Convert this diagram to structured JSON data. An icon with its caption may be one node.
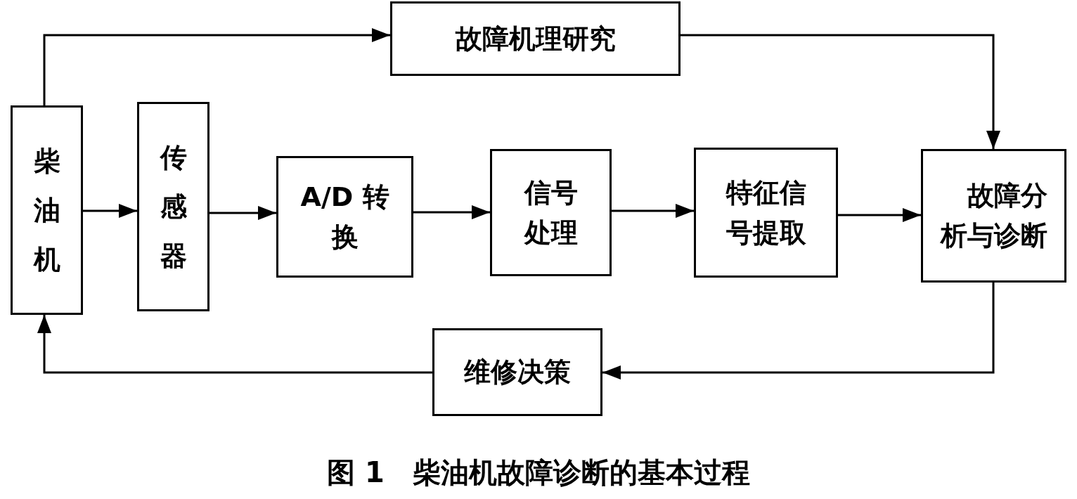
{
  "diagram": {
    "caption": "图 1　柴油机故障诊断的基本过程",
    "nodes": [
      {
        "text": [
          "柴油机"
        ]
      },
      {
        "text": [
          "传感器"
        ]
      },
      {
        "text": [
          "A/D 转换"
        ]
      },
      {
        "text": [
          "信号处理"
        ]
      },
      {
        "text": [
          "特征信号提取"
        ]
      },
      {
        "text": [
          "故障分析与诊断"
        ]
      },
      {
        "text": [
          "故障机理研究"
        ]
      },
      {
        "text": [
          "维修决策"
        ]
      }
    ],
    "edges": [
      {
        "from": 0,
        "to": 1,
        "arrow": "to"
      },
      {
        "from": 1,
        "to": 2,
        "arrow": "to"
      },
      {
        "from": 2,
        "to": 3,
        "arrow": "to"
      },
      {
        "from": 3,
        "to": 4,
        "arrow": "to"
      },
      {
        "from": 4,
        "to": 5,
        "arrow": "to"
      },
      {
        "from": 0,
        "to": 6,
        "arrow": "to"
      },
      {
        "from": 6,
        "to": 5,
        "arrow": "to"
      },
      {
        "from": 5,
        "to": 7,
        "arrow": "to"
      },
      {
        "from": 7,
        "to": 0,
        "arrow": "to"
      }
    ]
  }
}
